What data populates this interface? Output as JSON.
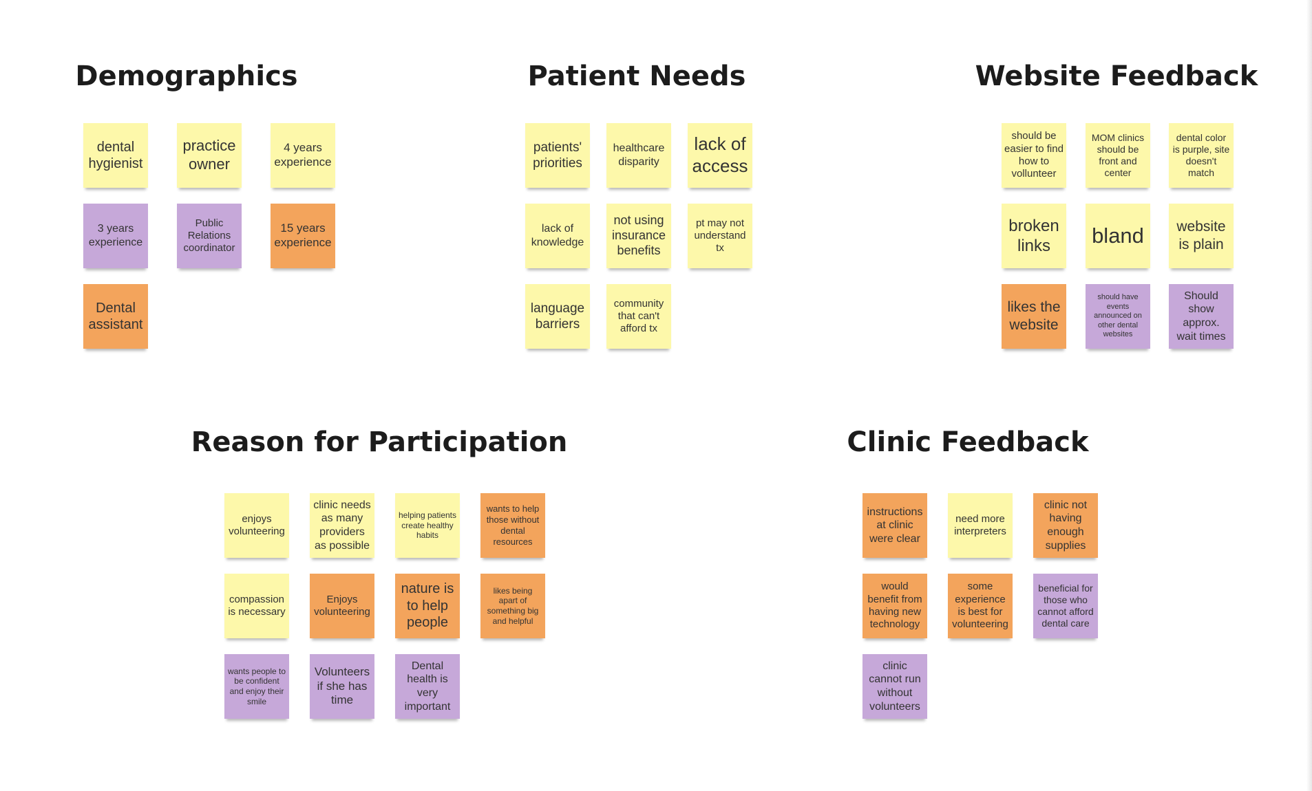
{
  "colors": {
    "yellow": "#fdf8aa",
    "purple": "#c6a8d9",
    "orange": "#f3a45c"
  },
  "clusters": [
    {
      "title": "Demographics",
      "notes": [
        {
          "text": "dental hygienist",
          "color": "yellow"
        },
        {
          "text": "practice owner",
          "color": "yellow"
        },
        {
          "text": "4 years experience",
          "color": "yellow"
        },
        {
          "text": "3 years experience",
          "color": "purple"
        },
        {
          "text": "Public Relations coordinator",
          "color": "purple"
        },
        {
          "text": "15 years experience",
          "color": "orange"
        },
        {
          "text": "Dental assistant",
          "color": "orange"
        }
      ]
    },
    {
      "title": "Patient Needs",
      "notes": [
        {
          "text": "patients' priorities",
          "color": "yellow"
        },
        {
          "text": "healthcare disparity",
          "color": "yellow"
        },
        {
          "text": "lack of access",
          "color": "yellow"
        },
        {
          "text": "lack of knowledge",
          "color": "yellow"
        },
        {
          "text": "not using insurance benefits",
          "color": "yellow"
        },
        {
          "text": "pt may not understand tx",
          "color": "yellow"
        },
        {
          "text": "language barriers",
          "color": "yellow"
        },
        {
          "text": "community that can't afford tx",
          "color": "yellow"
        }
      ]
    },
    {
      "title": "Website Feedback",
      "notes": [
        {
          "text": "should be easier to find how to vollunteer",
          "color": "yellow"
        },
        {
          "text": "MOM clinics should be front and center",
          "color": "yellow"
        },
        {
          "text": "dental color is purple, site doesn't match",
          "color": "yellow"
        },
        {
          "text": "broken links",
          "color": "yellow"
        },
        {
          "text": "bland",
          "color": "yellow"
        },
        {
          "text": "website is plain",
          "color": "yellow"
        },
        {
          "text": "likes the website",
          "color": "orange"
        },
        {
          "text": "should have events announced on other dental websites",
          "color": "purple"
        },
        {
          "text": "Should show approx. wait times",
          "color": "purple"
        }
      ]
    },
    {
      "title": "Reason for Participation",
      "notes": [
        {
          "text": "enjoys volunteering",
          "color": "yellow"
        },
        {
          "text": "clinic needs as many providers as possible",
          "color": "yellow"
        },
        {
          "text": "helping patients create healthy habits",
          "color": "yellow"
        },
        {
          "text": "wants to help those without dental resources",
          "color": "orange"
        },
        {
          "text": "compassion is necessary",
          "color": "yellow"
        },
        {
          "text": "Enjoys volunteering",
          "color": "orange"
        },
        {
          "text": "nature is to help people",
          "color": "orange"
        },
        {
          "text": "likes being apart of something big and helpful",
          "color": "orange"
        },
        {
          "text": "wants people to be confident and enjoy their smile",
          "color": "purple"
        },
        {
          "text": "Volunteers if she has time",
          "color": "purple"
        },
        {
          "text": "Dental health is very important",
          "color": "purple"
        }
      ]
    },
    {
      "title": "Clinic Feedback",
      "notes": [
        {
          "text": "instructions at clinic were clear",
          "color": "orange"
        },
        {
          "text": "need more interpreters",
          "color": "yellow"
        },
        {
          "text": "clinic not having enough supplies",
          "color": "orange"
        },
        {
          "text": "would benefit from having new technology",
          "color": "orange"
        },
        {
          "text": "some experience is best for volunteering",
          "color": "orange"
        },
        {
          "text": "beneficial for those who cannot afford dental care",
          "color": "purple"
        },
        {
          "text": "clinic cannot run without volunteers",
          "color": "purple"
        }
      ]
    }
  ]
}
